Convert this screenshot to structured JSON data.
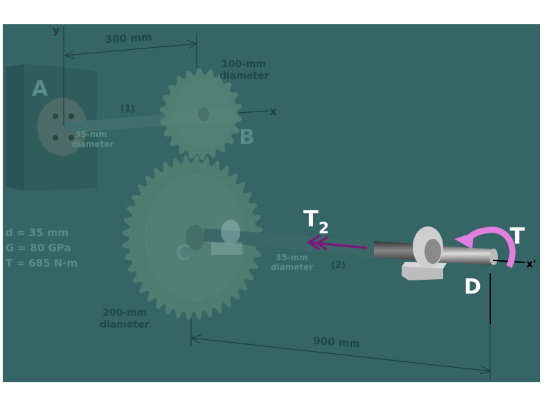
{
  "labels": {
    "y_axis": "y",
    "x_axis": "x",
    "x_prime_axis": "x'",
    "point_a": "A",
    "point_b": "B",
    "point_c": "C",
    "point_d": "D",
    "dim_ab": "300 mm",
    "dim_cd": "900 mm",
    "gear_b_diameter_1": "100-mm",
    "gear_b_diameter_2": "diameter",
    "gear_c_diameter_1": "200-mm",
    "gear_c_diameter_2": "diameter",
    "shaft1_diameter_1": "35-mm",
    "shaft1_diameter_2": "diameter",
    "shaft2_diameter_1": "35-mm",
    "shaft2_diameter_2": "diameter",
    "shaft1": "(1)",
    "shaft2": "(2)",
    "torque_t2": "T",
    "torque_t2_sub": "2",
    "torque_t": "T"
  },
  "givens": [
    "d  = 35 mm",
    "G = 80 GPa",
    "T  = 685 N-m"
  ],
  "colors": {
    "background": "#356565",
    "torque_arrow": "#e27ee0",
    "t2_arrow": "#7a1a7a",
    "faded_text": "#5a8b86",
    "dim_text": "#204848"
  }
}
